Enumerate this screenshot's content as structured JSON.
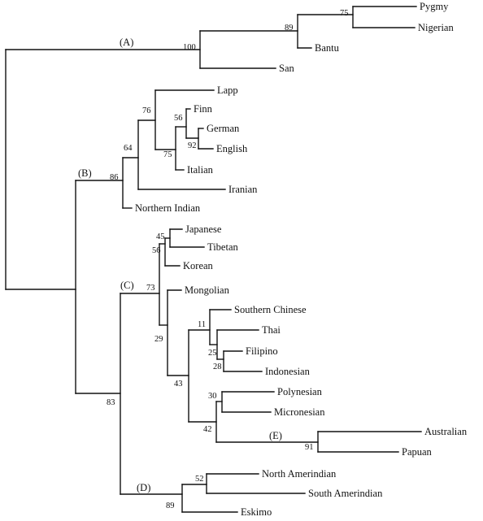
{
  "taxa": {
    "pygmy": "Pygmy",
    "nigerian": "Nigerian",
    "bantu": "Bantu",
    "san": "San",
    "lapp": "Lapp",
    "finn": "Finn",
    "german": "German",
    "english": "English",
    "italian": "Italian",
    "iranian": "Iranian",
    "northern_indian": "Northern Indian",
    "japanese": "Japanese",
    "tibetan": "Tibetan",
    "korean": "Korean",
    "mongolian": "Mongolian",
    "southern_chinese": "Southern Chinese",
    "thai": "Thai",
    "filipino": "Filipino",
    "indonesian": "Indonesian",
    "polynesian": "Polynesian",
    "micronesian": "Micronesian",
    "australian": "Australian",
    "papuan": "Papuan",
    "north_amerindian": "North Amerindian",
    "south_amerindian": "South Amerindian",
    "eskimo": "Eskimo"
  },
  "bootstrap": {
    "pygmy_nigerian": "75",
    "bantu_group": "89",
    "african": "100",
    "finn_group": "56",
    "german_english": "92",
    "italian_group": "75",
    "lapp_group": "76",
    "iranian_group": "64",
    "european": "86",
    "japanese_tibetan": "45",
    "korean_group": "56",
    "mongolian_group": "73",
    "southern_chinese_group": "11",
    "filipino_indonesian": "28",
    "thai_group": "25",
    "se_asian": "29",
    "polynesian_micronesian": "30",
    "oceanian": "42",
    "asian_oceanian": "43",
    "amerindian": "52",
    "eskimo_group": "89",
    "non_african": "83",
    "australian_papuan": "91"
  },
  "clades": {
    "a": "(A)",
    "b": "(B)",
    "c": "(C)",
    "d": "(D)",
    "e": "(E)"
  }
}
